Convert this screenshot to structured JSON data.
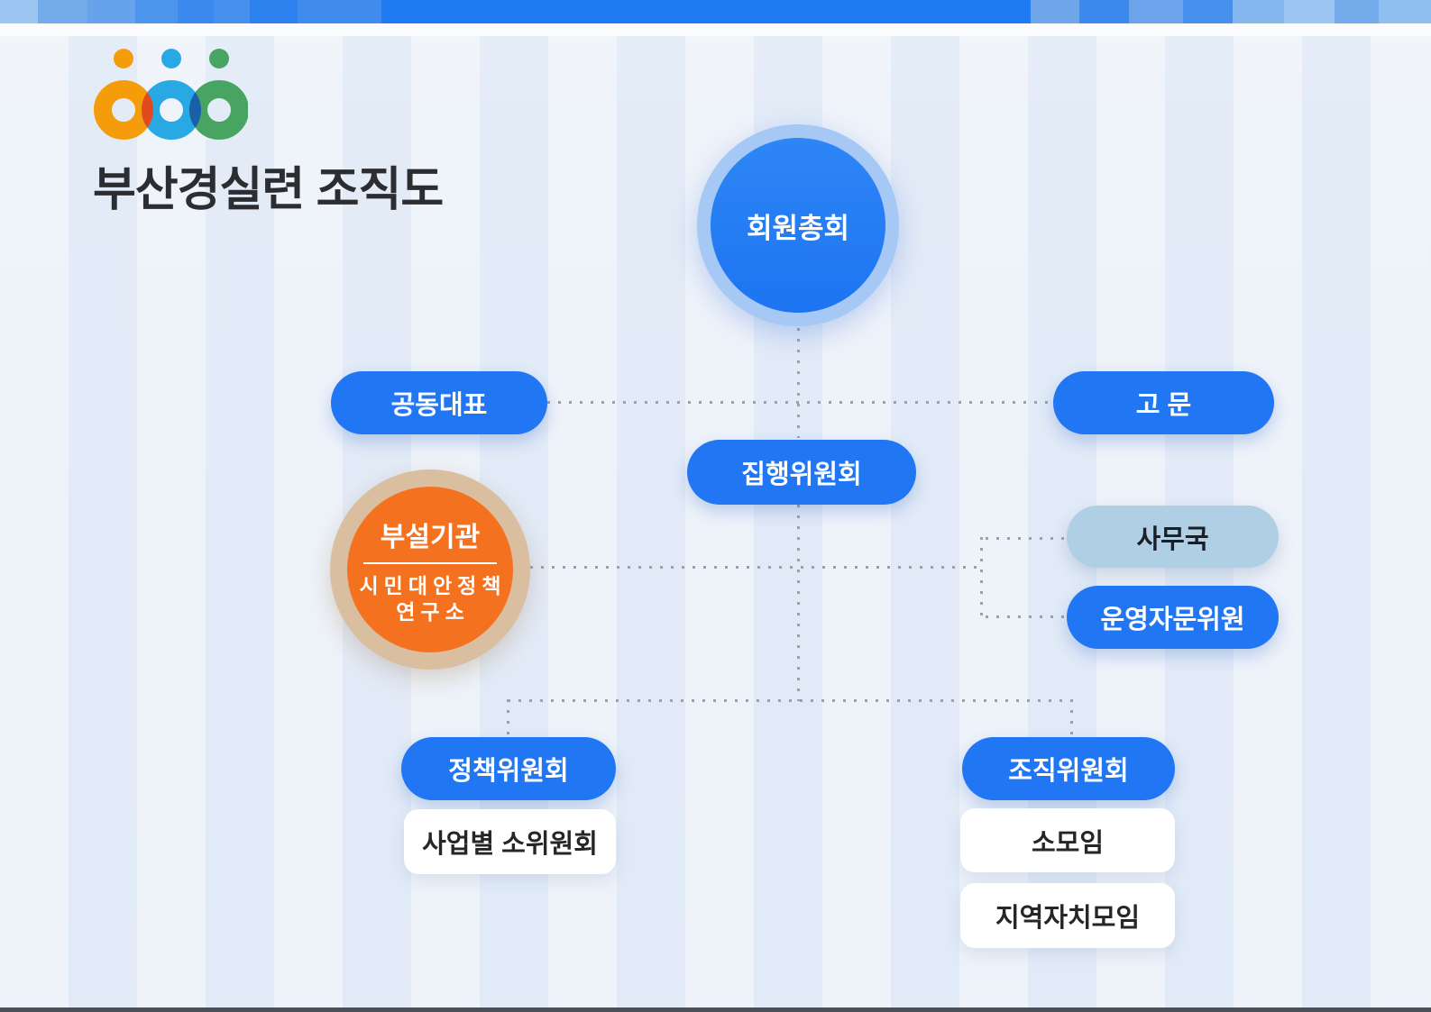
{
  "page": {
    "title": "부산경실련 조직도"
  },
  "logo": {
    "name": "busan-ccej-logo",
    "colors": {
      "orange": "#F59C0B",
      "blue": "#29A9E3",
      "green": "#47A561",
      "overlap_left": "#E2491B",
      "overlap_right": "#1A5FA8"
    }
  },
  "nodes": {
    "general_assembly": "회원총회",
    "co_representatives": "공동대표",
    "advisors": "고 문",
    "executive_committee": "집행위원회",
    "affiliated_org": {
      "title": "부설기관",
      "line1": "시민대안정책",
      "line2": "연구소"
    },
    "secretariat": "사무국",
    "operating_advisors": "운영자문위원",
    "policy_committee": "정책위원회",
    "project_subcommittees": "사업별 소위원회",
    "organizing_committee": "조직위원회",
    "small_groups": "소모임",
    "local_autonomy_groups": "지역자치모임"
  },
  "colors": {
    "accent_bar_blue": "#1E7BF2",
    "node_blue": "#2177F3",
    "node_light_blue": "#AFCFE4",
    "node_orange": "#F4711F",
    "ring_light_blue": "#A6C8F4",
    "ring_tan": "#D9BF9F",
    "background": "#E9EFF8",
    "connector_gray": "#9AA1AB",
    "bottom_edge": "#4A4F58"
  }
}
